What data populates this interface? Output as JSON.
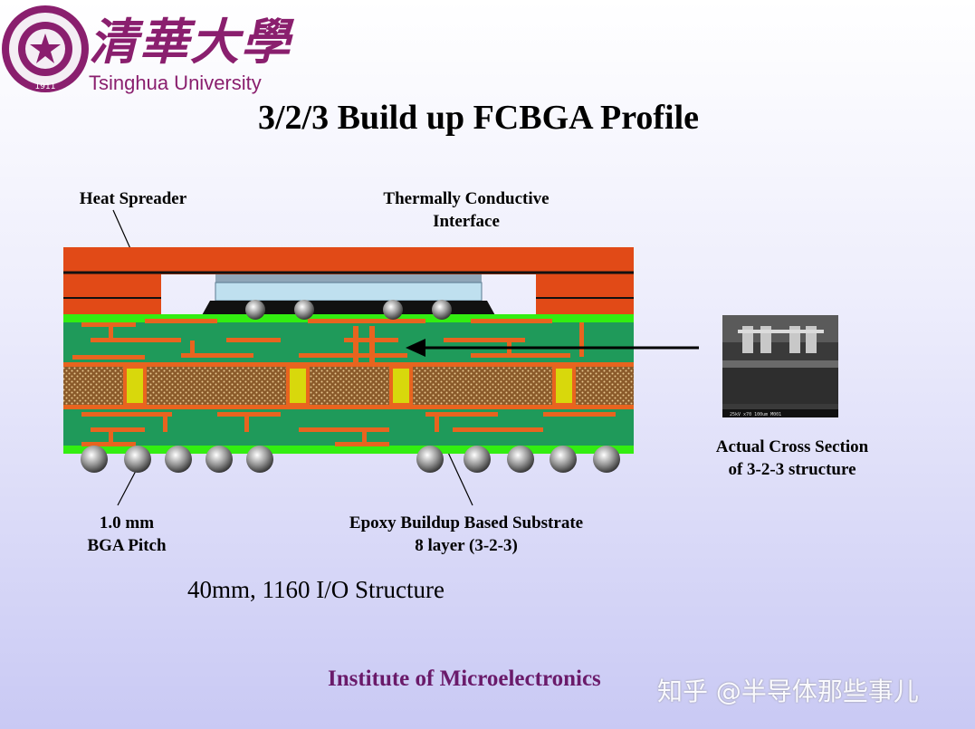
{
  "header": {
    "logo_chinese": "清華大學",
    "university_name": "Tsinghua University",
    "seal_text": "1911"
  },
  "slide": {
    "title": "3/2/3 Build up FCBGA Profile",
    "subtitle": "40mm, 1160 I/O Structure",
    "institute": "Institute of Microelectronics",
    "watermark": "知乎 @半导体那些事儿"
  },
  "labels": {
    "heat_spreader": "Heat Spreader",
    "tci_line1": "Thermally Conductive",
    "tci_line2": "Interface",
    "pitch_line1": "1.0 mm",
    "pitch_line2": "BGA Pitch",
    "substrate_line1": "Epoxy Buildup Based Substrate",
    "substrate_line2": "8 layer (3-2-3)",
    "cross_line1": "Actual Cross Section",
    "cross_line2": "of 3-2-3 structure"
  },
  "colors": {
    "heat_spreader": "#e14a17",
    "substrate": "#1f9a5a",
    "solder_mask": "#33ee11",
    "copper": "#e8641f",
    "core_weave": "#8a5a2a",
    "via_fill": "#d8d80c",
    "die": "#bfe0ef",
    "institute_text": "#6a1a6a",
    "logo": "#8a1f6e"
  }
}
